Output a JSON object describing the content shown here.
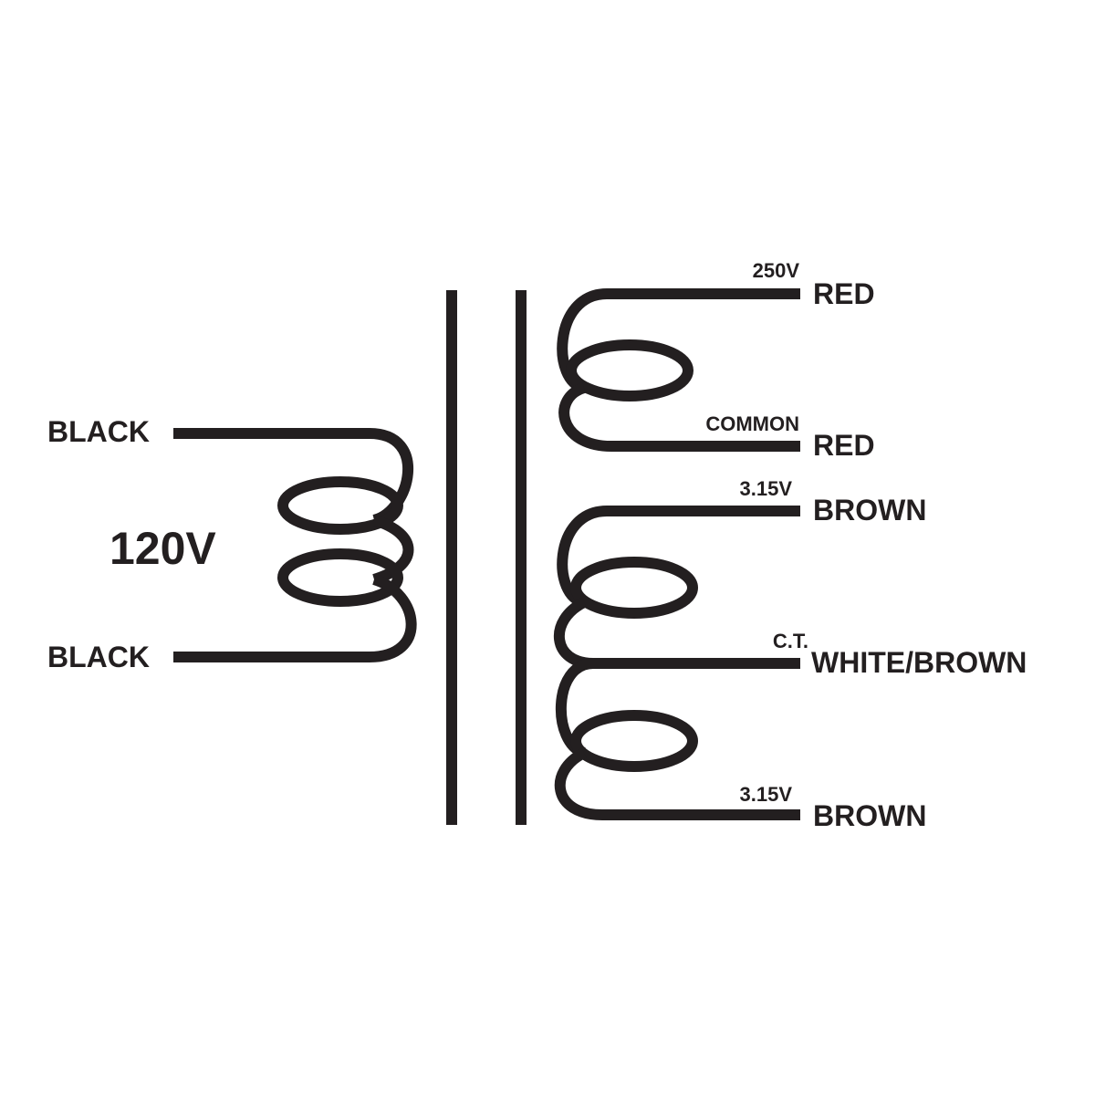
{
  "primary": {
    "top_lead": "BLACK",
    "bottom_lead": "BLACK",
    "voltage": "120V"
  },
  "secondary_hv": {
    "top_voltage": "250V",
    "top_lead": "RED",
    "common_label": "COMMON",
    "bottom_lead": "RED"
  },
  "secondary_heater": {
    "top_voltage": "3.15V",
    "top_lead": "BROWN",
    "center_tap_label": "C.T.",
    "center_tap_lead": "WHITE/BROWN",
    "bottom_voltage": "3.15V",
    "bottom_lead": "BROWN"
  },
  "colors": {
    "ink": "#231f20",
    "background": "#ffffff"
  }
}
